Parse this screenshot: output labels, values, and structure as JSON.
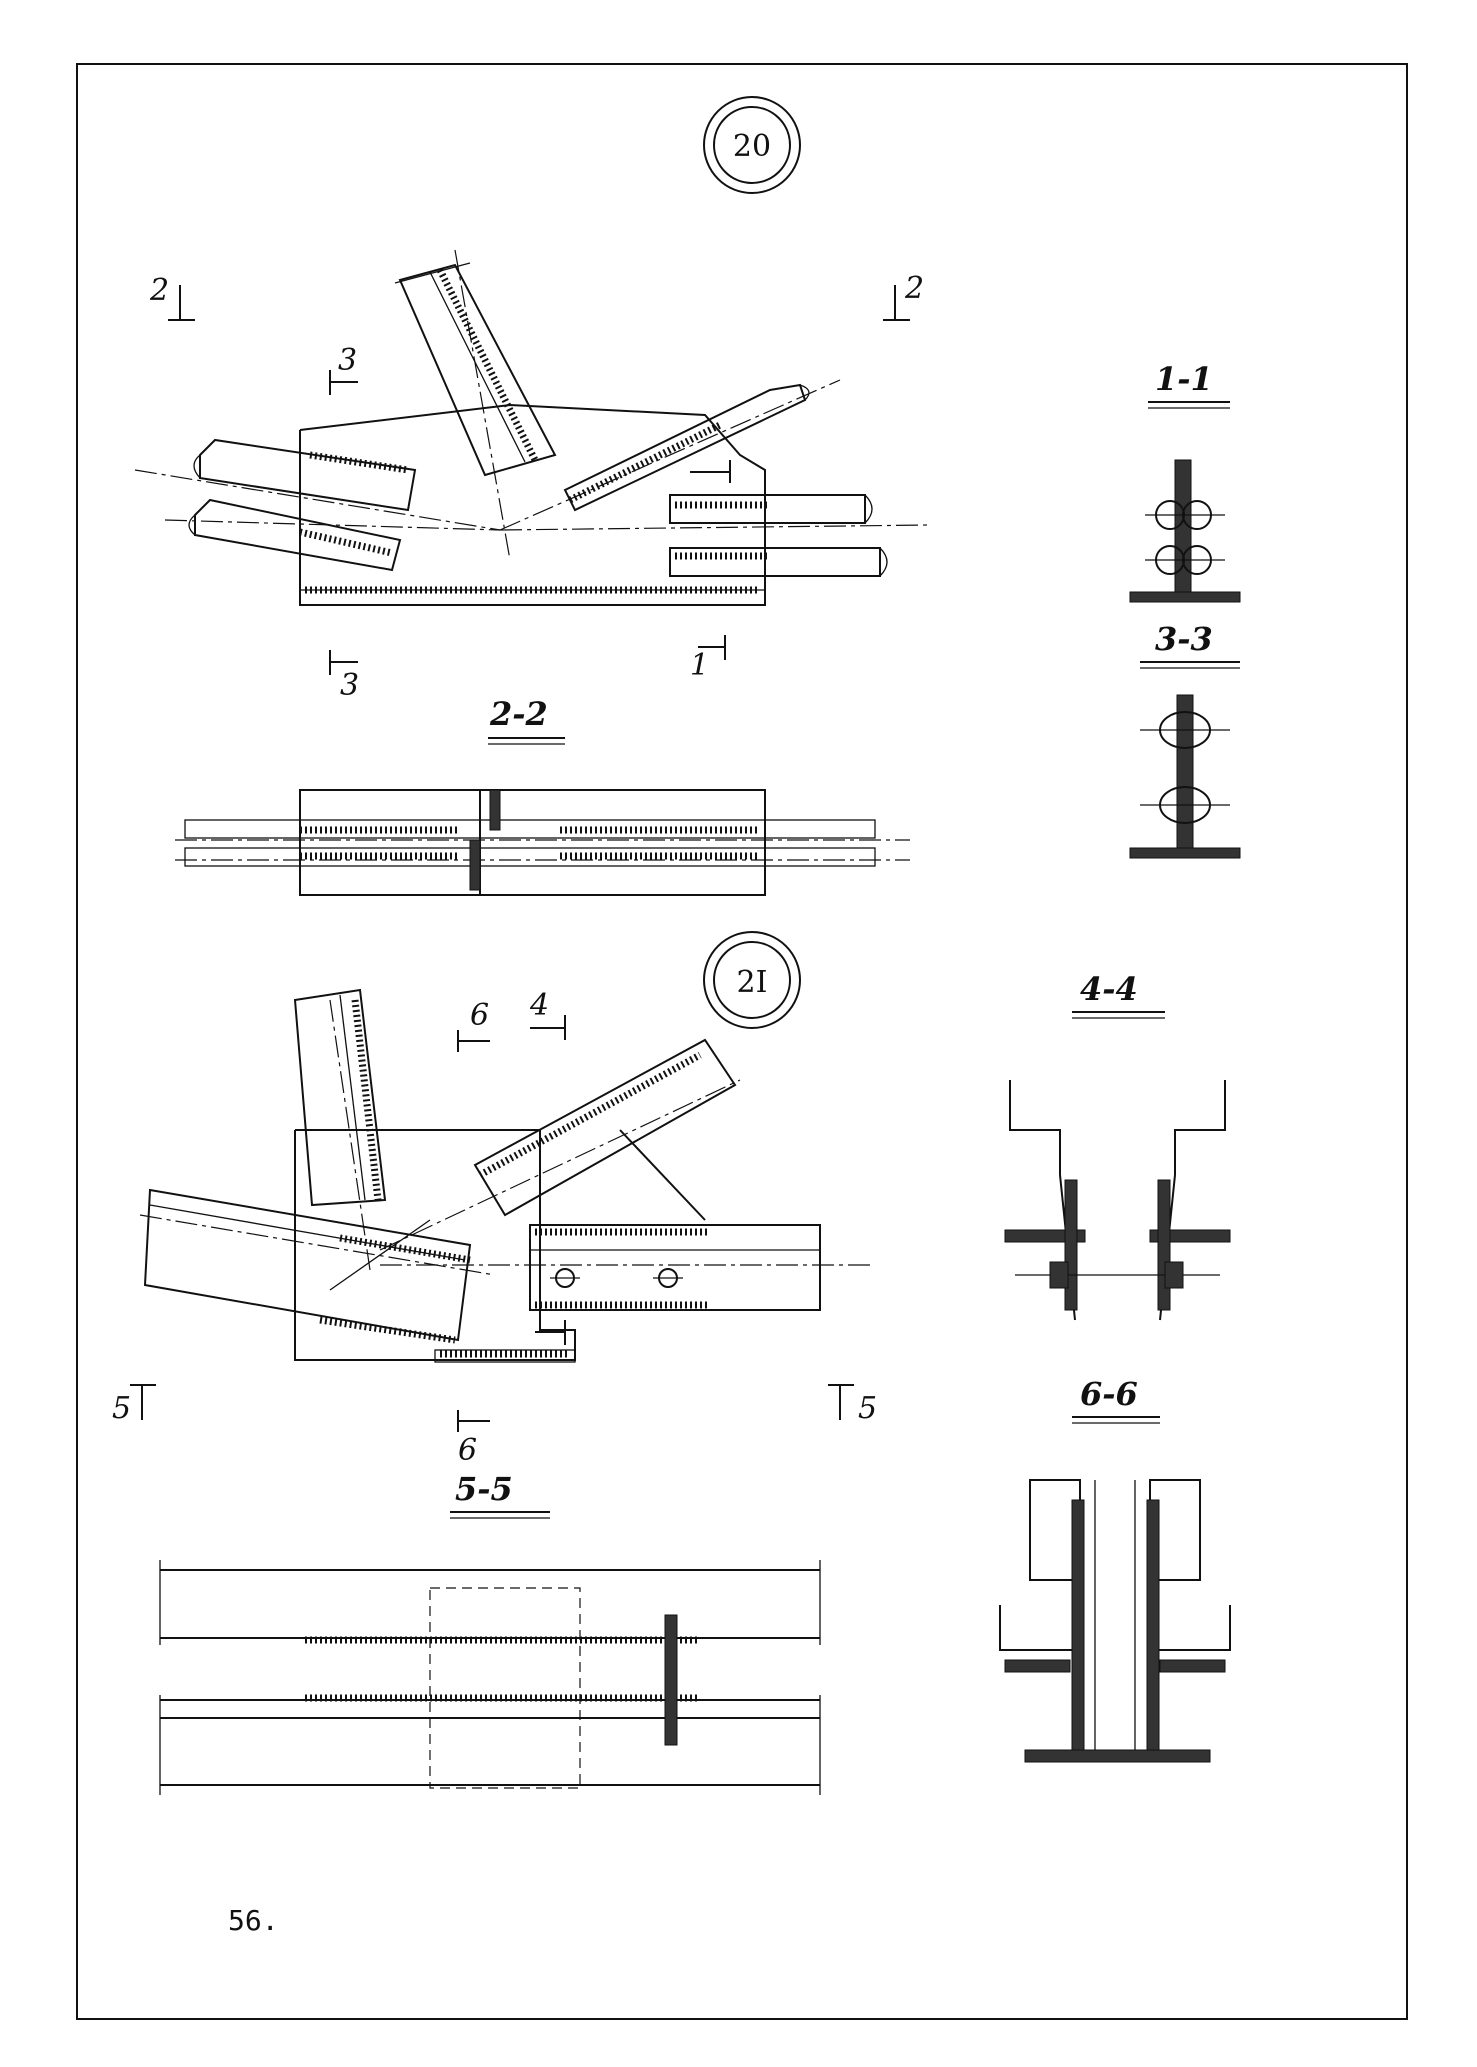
{
  "details": [
    {
      "id": "20"
    },
    {
      "id": "2I"
    }
  ],
  "section_labels": {
    "s1": "1-1",
    "s3": "3-3",
    "s22": "2-2",
    "s44": "4-4",
    "s66": "6-6",
    "s55": "5-5"
  },
  "cut_marks": {
    "c2": "2",
    "c3": "3",
    "c1": "1",
    "c6": "6",
    "c4": "4",
    "c5": "5"
  },
  "page_number": "56."
}
